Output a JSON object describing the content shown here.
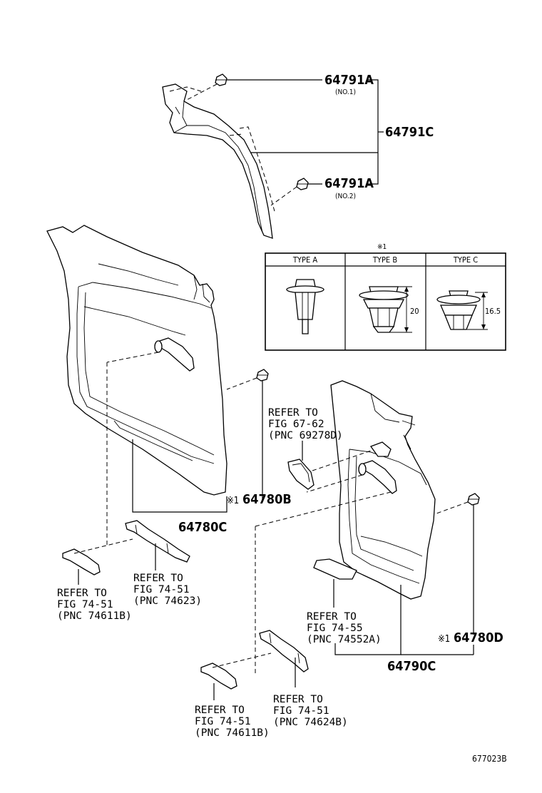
{
  "parts": {
    "p64791A_1": "64791A",
    "p64791A_1_note": "(NO.1)",
    "p64791A_2": "64791A",
    "p64791A_2_note": "(NO.2)",
    "p64791C": "64791C",
    "p64780B": "64780B",
    "p64780C": "64780C",
    "p64780D": "64780D",
    "p64790C": "64790C",
    "note_mark": "※1"
  },
  "clip_table": {
    "mark": "※1",
    "headers": [
      "TYPE  A",
      "TYPE  B",
      "TYPE  C"
    ],
    "dim_b": "20",
    "dim_c": "16.5"
  },
  "references": [
    {
      "id": "ref_69278D",
      "lines": [
        "REFER TO",
        "FIG 67-62",
        "(PNC 69278D)"
      ]
    },
    {
      "id": "ref_74623",
      "lines": [
        "REFER TO",
        "FIG 74-51",
        "(PNC 74623)"
      ]
    },
    {
      "id": "ref_74611B_a",
      "lines": [
        "REFER TO",
        "FIG 74-51",
        "(PNC 74611B)"
      ]
    },
    {
      "id": "ref_74552A",
      "lines": [
        "REFER TO",
        "FIG 74-55",
        "(PNC 74552A)"
      ]
    },
    {
      "id": "ref_74611B_b",
      "lines": [
        "REFER TO",
        "FIG 74-51",
        "(PNC 74611B)"
      ]
    },
    {
      "id": "ref_74624B",
      "lines": [
        "REFER TO",
        "FIG 74-51",
        "(PNC 74624B)"
      ]
    }
  ],
  "diagram_code": "677023B"
}
